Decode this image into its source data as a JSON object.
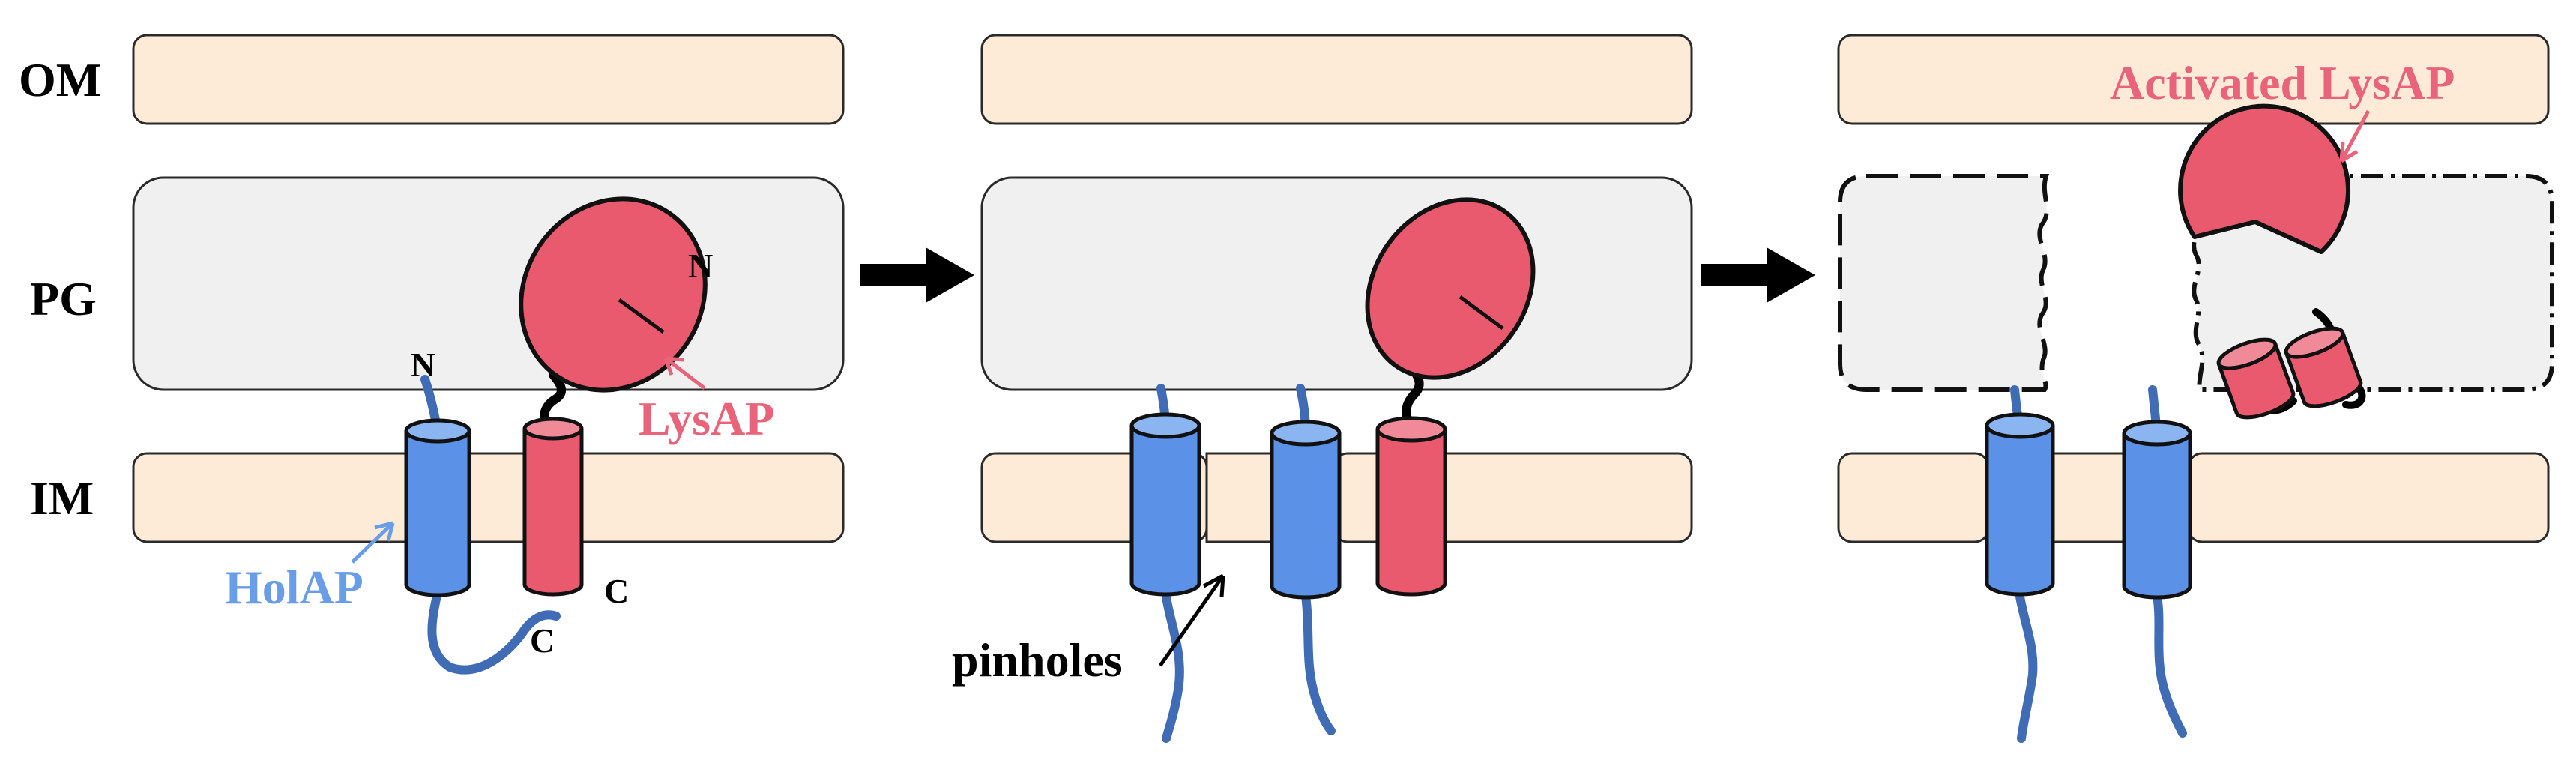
{
  "layers": {
    "outer_membrane": "OM",
    "peptidoglycan": "PG",
    "inner_membrane": "IM"
  },
  "labels": {
    "lysap": "LysAP",
    "holap": "HolAP",
    "pinholes": "pinholes",
    "activated_lysap": "Activated LysAP",
    "n_terminus": "N",
    "c_terminus": "C"
  },
  "colors": {
    "membrane_fill": "#fdebd7",
    "pg_fill": "#f0f0f0",
    "lysap_red": "#ea5a6e",
    "lysap_label": "#e9637a",
    "holap_blue": "#5b91e6",
    "holap_label": "#6a9de8",
    "holap_tail": "#3f6cb5",
    "arrow": "#000000"
  },
  "icons": [
    "right-arrow-icon",
    "right-arrow-icon"
  ]
}
